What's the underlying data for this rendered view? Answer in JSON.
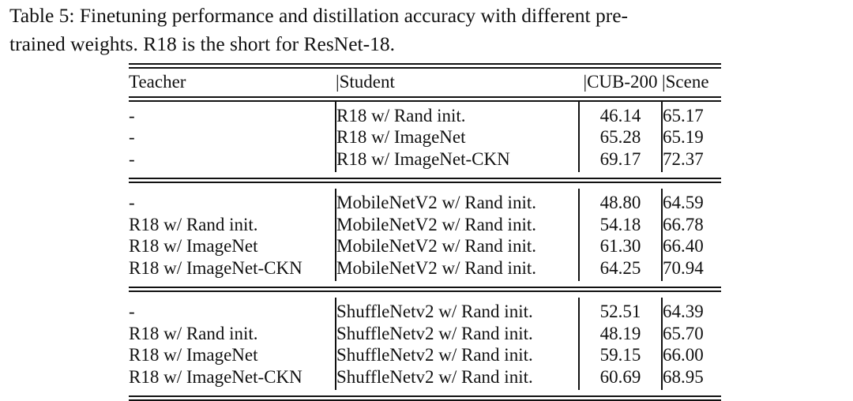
{
  "caption": {
    "line1_left": "Table 5: Finetuning performance and distillation accuracy with different pre-",
    "line2": "trained weights. R18 is the short for ResNet-18."
  },
  "table": {
    "header": {
      "teacher": "Teacher",
      "student": "|Student",
      "cub": "|CUB-200",
      "scene": "|Scene"
    },
    "blocks": [
      {
        "rows": [
          {
            "teacher": "-",
            "student": "R18 w/ Rand init.",
            "cub": "46.14",
            "scene": "65.17",
            "bold": false
          },
          {
            "teacher": "-",
            "student": "R18 w/ ImageNet",
            "cub": "65.28",
            "scene": "65.19",
            "bold": false
          },
          {
            "teacher": "-",
            "student": "R18 w/ ImageNet-CKN",
            "cub": "69.17",
            "scene": "72.37",
            "bold": true
          }
        ]
      },
      {
        "rows": [
          {
            "teacher": "-",
            "student": "MobileNetV2 w/ Rand init.",
            "cub": "48.80",
            "scene": "64.59",
            "bold": false
          },
          {
            "teacher": "R18 w/ Rand init.",
            "student": "MobileNetV2 w/ Rand init.",
            "cub": "54.18",
            "scene": "66.78",
            "bold": false
          },
          {
            "teacher": "R18 w/ ImageNet",
            "student": "MobileNetV2 w/ Rand init.",
            "cub": "61.30",
            "scene": "66.40",
            "bold": false
          },
          {
            "teacher": "R18 w/ ImageNet-CKN",
            "student": "MobileNetV2 w/ Rand init.",
            "cub": "64.25",
            "scene": "70.94",
            "bold": true
          }
        ]
      },
      {
        "rows": [
          {
            "teacher": "-",
            "student": "ShuffleNetv2 w/ Rand init.",
            "cub": "52.51",
            "scene": "64.39",
            "bold": false
          },
          {
            "teacher": "R18 w/ Rand init.",
            "student": "ShuffleNetv2 w/ Rand init.",
            "cub": "48.19",
            "scene": "65.70",
            "bold": false
          },
          {
            "teacher": "R18 w/ ImageNet",
            "student": "ShuffleNetv2 w/ Rand init.",
            "cub": "59.15",
            "scene": "66.00",
            "bold": false
          },
          {
            "teacher": "R18 w/ ImageNet-CKN",
            "student": "ShuffleNetv2 w/ Rand init.",
            "cub": "60.69",
            "scene": "68.95",
            "bold": true
          }
        ]
      }
    ]
  },
  "colors": {
    "text": "#111111",
    "rule": "#111111",
    "background": "#ffffff"
  }
}
